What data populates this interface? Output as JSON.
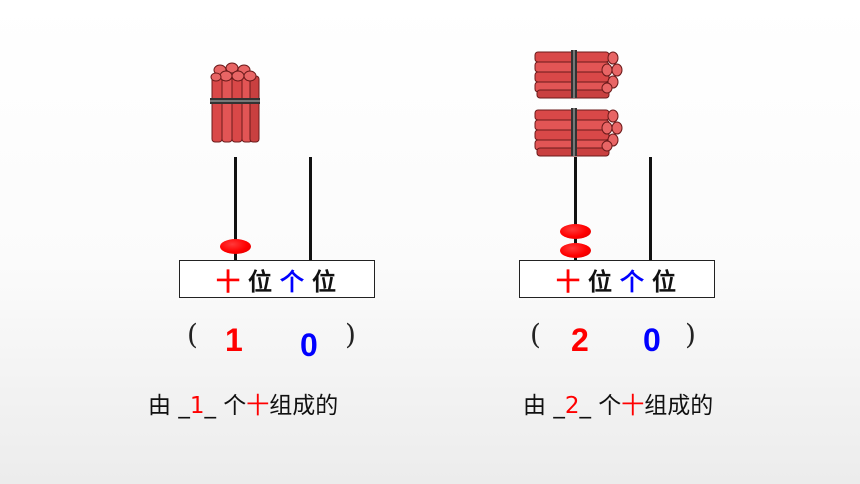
{
  "panels": [
    {
      "id": "left",
      "place_labels": {
        "tens": "十",
        "tens_suffix": "位",
        "ones": "个",
        "ones_suffix": "位"
      },
      "number": {
        "tens_digit": "1",
        "ones_digit": "0"
      },
      "paren_open": "(",
      "paren_close": ")",
      "sentence": {
        "prefix": "由 ",
        "blank_left": "_",
        "count": "1",
        "blank_right": "_",
        "mid": " 个",
        "ten": "十",
        "suffix": "组成的"
      },
      "bundles": 1,
      "beads_on_tens": 1
    },
    {
      "id": "right",
      "place_labels": {
        "tens": "十",
        "tens_suffix": "位",
        "ones": "个",
        "ones_suffix": "位"
      },
      "number": {
        "tens_digit": "2",
        "ones_digit": "0"
      },
      "paren_open": "(",
      "paren_close": ")",
      "sentence": {
        "prefix": "由 ",
        "blank_left": "_",
        "count": "2",
        "blank_right": "_",
        "mid": " 个",
        "ten": "十",
        "suffix": "组成的"
      },
      "bundles": 2,
      "beads_on_tens": 2
    }
  ],
  "colors": {
    "tens": "#ff0000",
    "ones": "#0000ff",
    "bead": "#ff0000",
    "stick": "#e05050"
  },
  "icons": {
    "bundle": "stick-bundle-icon",
    "bead": "abacus-bead"
  }
}
